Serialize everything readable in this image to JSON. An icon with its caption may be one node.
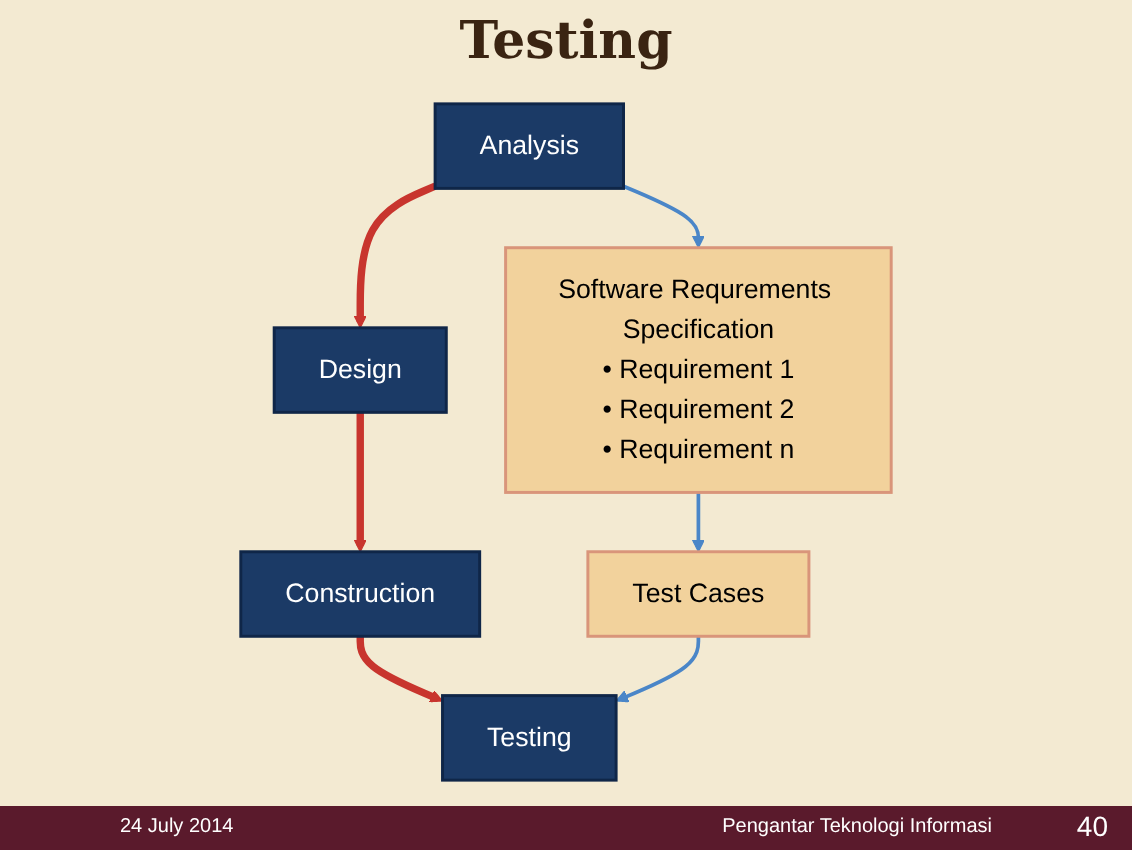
{
  "diagram": {
    "title": "Testing",
    "nodes": [
      {
        "text": [
          "Analysis"
        ]
      },
      {
        "text": [
          "Design"
        ]
      },
      {
        "text": [
          "Construction"
        ]
      },
      {
        "text": [
          "Software Requrements Specification",
          "• Requirement 1",
          "• Requirement 2",
          "• Requirement n"
        ]
      },
      {
        "text": [
          "Test Cases"
        ]
      },
      {
        "text": [
          "Testing"
        ]
      }
    ],
    "edges": [
      {
        "from": 0,
        "to": 1,
        "arrow": "to",
        "style": "thick",
        "color": "#c8352e"
      },
      {
        "from": 1,
        "to": 2,
        "arrow": "to",
        "style": "thick",
        "color": "#c8352e"
      },
      {
        "from": 2,
        "to": 5,
        "arrow": "to",
        "style": "thick",
        "color": "#c8352e"
      },
      {
        "from": 0,
        "to": 3,
        "arrow": "to",
        "color": "#4a86c8"
      },
      {
        "from": 3,
        "to": 4,
        "arrow": "to",
        "color": "#4a86c8"
      },
      {
        "from": 4,
        "to": 5,
        "arrow": "to",
        "color": "#4a86c8"
      }
    ],
    "labels": [
      "24 July 2014",
      "Pengantar Teknologi Informasi",
      "40"
    ]
  }
}
